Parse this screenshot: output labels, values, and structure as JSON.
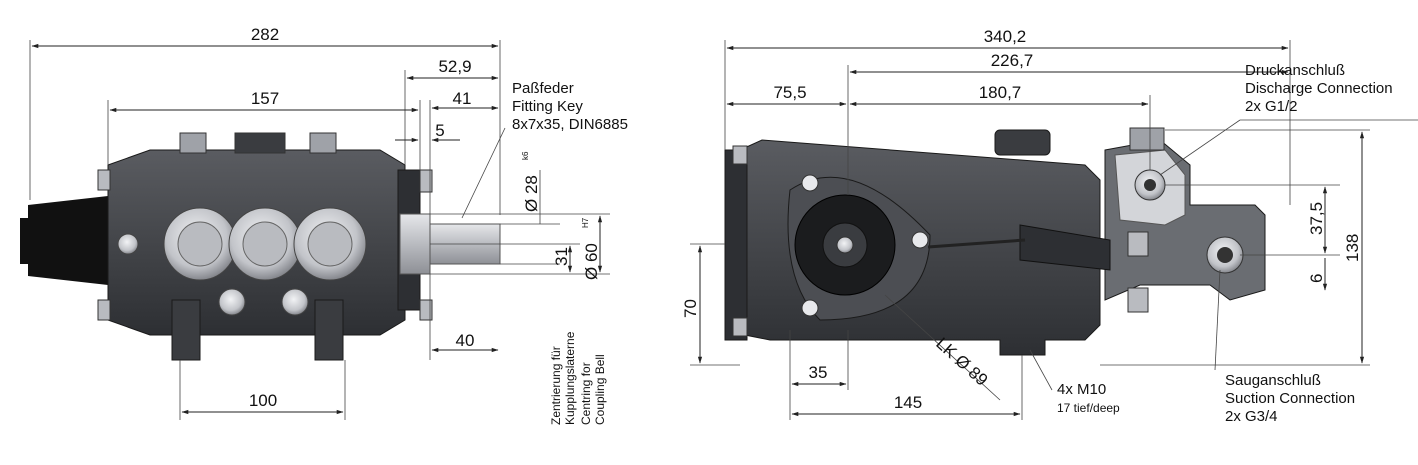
{
  "left_view": {
    "dims": {
      "overall": "282",
      "d52": "52,9",
      "d157": "157",
      "d41": "41",
      "d5": "5",
      "d28": "Ø 28",
      "d28_tol": "k6",
      "d31": "31",
      "d60": "Ø 60",
      "d60_tol": "H7",
      "d40": "40",
      "d100": "100"
    },
    "key_note": [
      "Paßfeder",
      "Fitting Key",
      "8x7x35, DIN6885"
    ],
    "bell_note": [
      "Zentrierung für",
      "Kupplungslaterne",
      "Centring for",
      "Coupling Bell"
    ]
  },
  "right_view": {
    "dims": {
      "overall": "340,2",
      "d226": "226,7",
      "d75": "75,5",
      "d180": "180,7",
      "d37": "37,5",
      "d138": "138",
      "d6": "6",
      "d70": "70",
      "d35": "35",
      "d145": "145",
      "lk": "LK Ø 89"
    },
    "discharge_note": [
      "Druckanschluß",
      "Discharge Connection",
      "2x G1/2"
    ],
    "suction_note": [
      "Sauganschluß",
      "Suction Connection",
      "2x G3/4"
    ],
    "bolt_note": [
      "4x M10",
      "17 tief/deep"
    ]
  },
  "colors": {
    "body": "#3f4145",
    "body_light": "#5a5c61",
    "metal": "#c9cbcf",
    "cone": "#111111",
    "line": "#222222"
  }
}
